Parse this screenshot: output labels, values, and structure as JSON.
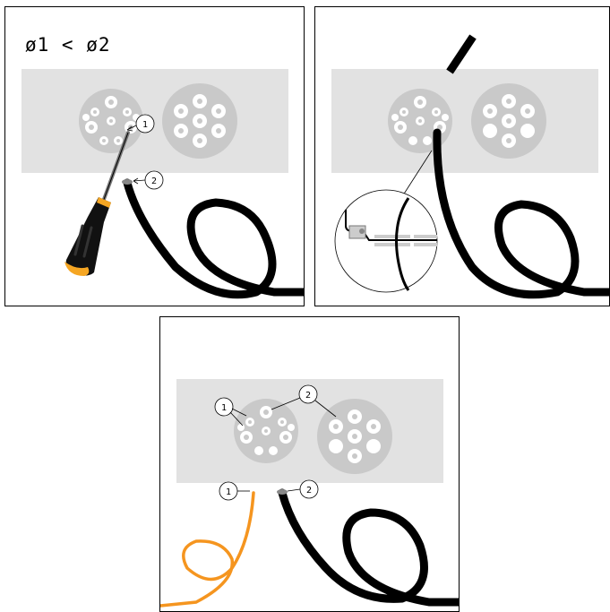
{
  "figure": {
    "panel1": {
      "heading": "ø1 < ø2",
      "callout_1": "1",
      "callout_2": "2"
    },
    "panel3": {
      "callout_socket_1": "1",
      "callout_socket_2": "2",
      "callout_wire_1": "1",
      "callout_wire_2": "2"
    }
  },
  "colors": {
    "plate": "#e2e2e2",
    "socket_body": "#c9c9c9",
    "socket_hole": "#ffffff",
    "cable": "#000000",
    "thin_wire": "#f5951f",
    "screwdriver_handle": "#111111",
    "screwdriver_accent": "#f5a623"
  },
  "icons": [
    "screwdriver-icon",
    "cable",
    "socket-plate",
    "zoom-detail"
  ]
}
